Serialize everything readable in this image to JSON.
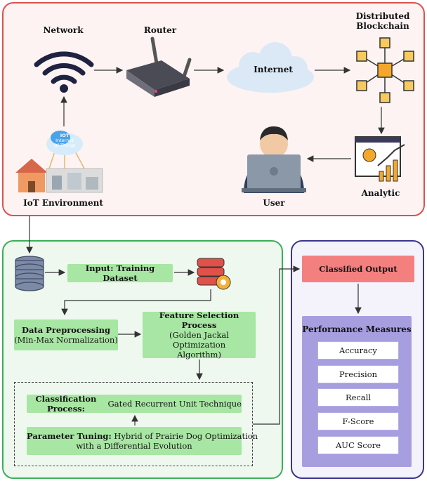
{
  "top": {
    "network": "Network",
    "router": "Router",
    "internet": "Internet",
    "blockchain_line1": "Distributed",
    "blockchain_line2": "Blockchain",
    "iot_env": "IoT Environment",
    "iot_badge1": "IOT",
    "iot_badge2": "Internet",
    "iot_badge3": "Of Things",
    "user": "User",
    "analytic": "Analytic"
  },
  "left": {
    "input": "Input: Training Dataset",
    "preproc_title": "Data Preprocessing",
    "preproc_sub": "(Min-Max Normalization)",
    "feat_title": "Feature Selection Process",
    "feat_sub1": "(Golden Jackal Optimization",
    "feat_sub2": "Algorithm)",
    "class_title": "Classification Process:",
    "class_sub": " Gated Recurrent Unit Technique",
    "param_title": "Parameter Tuning:",
    "param_sub1": " Hybrid of Prairie Dog Optimization",
    "param_sub2": "with a Differential Evolution"
  },
  "right": {
    "classified_output": "Classified Output",
    "performance_title": "Performance Measures",
    "metrics": [
      "Accuracy",
      "Precision",
      "Recall",
      "F-Score",
      "AUC Score"
    ]
  },
  "colors": {
    "top_border": "#d9534f",
    "left_border": "#3cae5a",
    "right_border": "#3b3592",
    "green_box": "#a8e6a3",
    "output_box": "#f47f7f",
    "measures_box": "#a79ee0"
  }
}
